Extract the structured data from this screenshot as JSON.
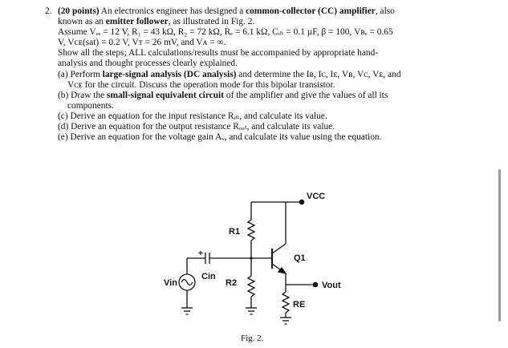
{
  "question": {
    "number": "2.",
    "points": "(20 points)",
    "intro_a": " An electronics engineer has designed a ",
    "intro_bold": "common-collector (CC) amplifier",
    "intro_b": ", also",
    "line2_a": "known as an ",
    "line2_bold": "emitter follower",
    "line2_b": ", as illustrated in Fig. 2.",
    "assume1": "Assume Vₑₑ = 12 V, R₁ = 43 kΩ, R₂ = 72 kΩ, Rₑ = 6.1 kΩ, Cᵢₙ = 0.1 µF, β = 100, Vʙₑ = 0.65",
    "assume2": "V, Vᴄᴇ(sat) = 0.2 V, Vᴛ = 26 mV, and Vᴀ = ∞.",
    "instructions1": "Show all the steps; ALL calculations/results must be accompanied by appropriate hand-",
    "instructions2": "analysis and thought processes clearly explained.",
    "parts": {
      "a_label": "(a) Perform ",
      "a_bold": "large-signal analysis (DC analysis)",
      "a_rest": " and determine the Iʙ, Iᴄ, Iᴇ, Vʙ, Vᴄ, Vᴇ, and",
      "a_line2": "Vᴄᴇ for the circuit. Discuss the operation mode for this bipolar transistor.",
      "b_label": "(b) Draw the ",
      "b_bold": "small-signal equivalent circuit",
      "b_rest": " of the amplifier and give the values of all its",
      "b_line2": "components.",
      "c": "(c) Derive an equation for the input resistance Rᵢₙ, and calculate its value.",
      "d": "(d) Derive an equation for the output resistance Rₒᵤₜ, and calculate its value.",
      "e": "(e) Derive an equation for the voltage gain Aᵥ, and calculate its value using the equation."
    }
  },
  "figure": {
    "vcc_label": "VCC",
    "r1_label": "R1",
    "r2_label": "R2",
    "q1_label": "Q1",
    "cin_label": "Cin",
    "cin_plus": "+",
    "vin_label": "Vin",
    "vout_label": "Vout",
    "re_label": "RE",
    "caption": "Fig. 2."
  }
}
